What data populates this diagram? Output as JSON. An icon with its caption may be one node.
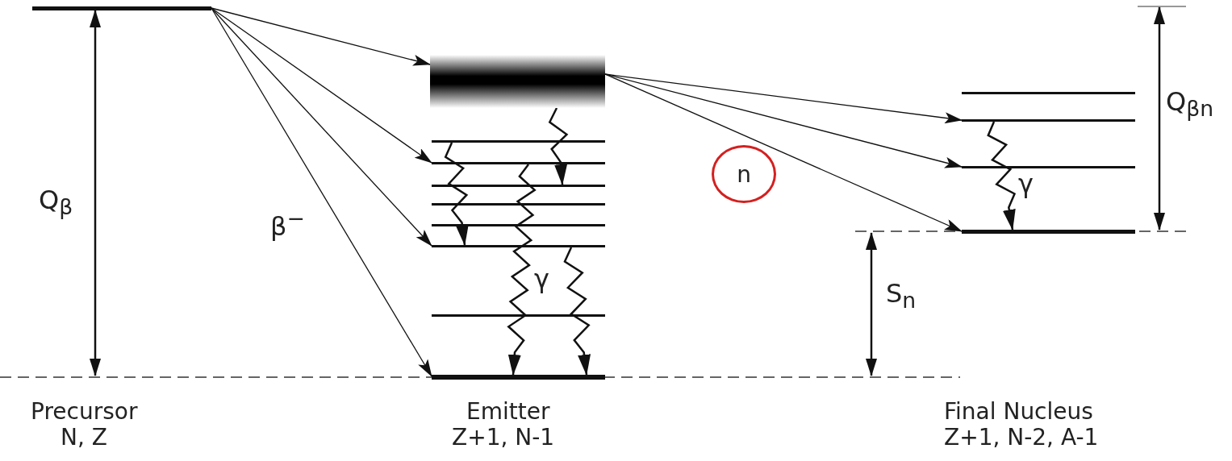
{
  "diagram": {
    "nodes": [
      {
        "text": [],
        "shape": "bar"
      },
      {
        "text": [],
        "shape": "bar"
      },
      {
        "text": [],
        "shape": "bar"
      },
      {
        "text": [],
        "shape": "bar"
      },
      {
        "text": [],
        "shape": "bar"
      },
      {
        "text": [],
        "shape": "bar"
      },
      {
        "text": [],
        "shape": "bar"
      },
      {
        "text": [],
        "shape": "bar"
      },
      {
        "text": [],
        "shape": "bar"
      },
      {
        "text": [],
        "shape": "bar"
      },
      {
        "text": [
          "n"
        ]
      },
      {
        "text": [],
        "shape": "bar"
      },
      {
        "text": [],
        "shape": "bar"
      },
      {
        "text": [],
        "shape": "bar"
      },
      {
        "text": [],
        "shape": "bar"
      }
    ],
    "edges": [
      {
        "from": 0,
        "to": 1,
        "arrow": "to"
      },
      {
        "from": 0,
        "to": 3,
        "arrow": "to"
      },
      {
        "from": 0,
        "to": 7,
        "arrow": "to"
      },
      {
        "from": 0,
        "to": 9,
        "arrow": "to"
      },
      {
        "from": 1,
        "to": 4,
        "arrow": "to"
      },
      {
        "from": 2,
        "to": 7,
        "arrow": "to"
      },
      {
        "from": 3,
        "to": 9,
        "arrow": "to"
      },
      {
        "from": 7,
        "to": 9,
        "arrow": "to"
      },
      {
        "from": 1,
        "to": 12,
        "arrow": "to"
      },
      {
        "from": 1,
        "to": 13,
        "arrow": "to"
      },
      {
        "from": 1,
        "to": 14,
        "arrow": "to"
      },
      {
        "from": 12,
        "to": 14,
        "arrow": "to"
      }
    ],
    "labels": [
      "Q$_{β}$",
      "β$^{−}$",
      "γ",
      "S$_{n}$",
      "Q$_{βn}$",
      "γ",
      "Precursor",
      "N, Z",
      "Emitter",
      "Z+1, N-1",
      "Final Nucleus",
      "Z+1, N-2, A-1"
    ]
  }
}
